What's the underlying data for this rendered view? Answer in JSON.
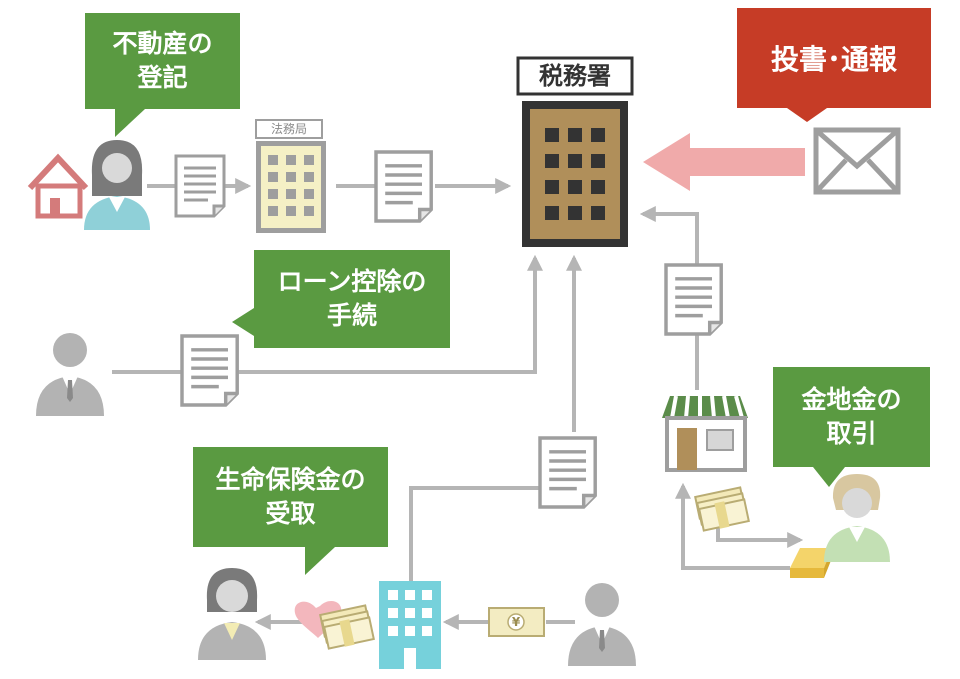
{
  "bubbles": {
    "real_estate": {
      "line1": "不動産の",
      "line2": "登記"
    },
    "loan": {
      "line1": "ローン控除の",
      "line2": "手続"
    },
    "insurance": {
      "line1": "生命保険金の",
      "line2": "受取"
    },
    "gold": {
      "line1": "金地金の",
      "line2": "取引"
    }
  },
  "alert": {
    "label": "投書･通報"
  },
  "tax_office": {
    "label": "税務署"
  },
  "legal_bureau": {
    "label": "法務局"
  },
  "yen_symbol": "¥",
  "colors": {
    "bubble_green": "#5a9a41",
    "alert_red": "#c63c26",
    "tax_office_brown": "#b08f5a",
    "arrow_gray": "#b5b5b5",
    "arrow_pink": "#f0aaaa"
  }
}
